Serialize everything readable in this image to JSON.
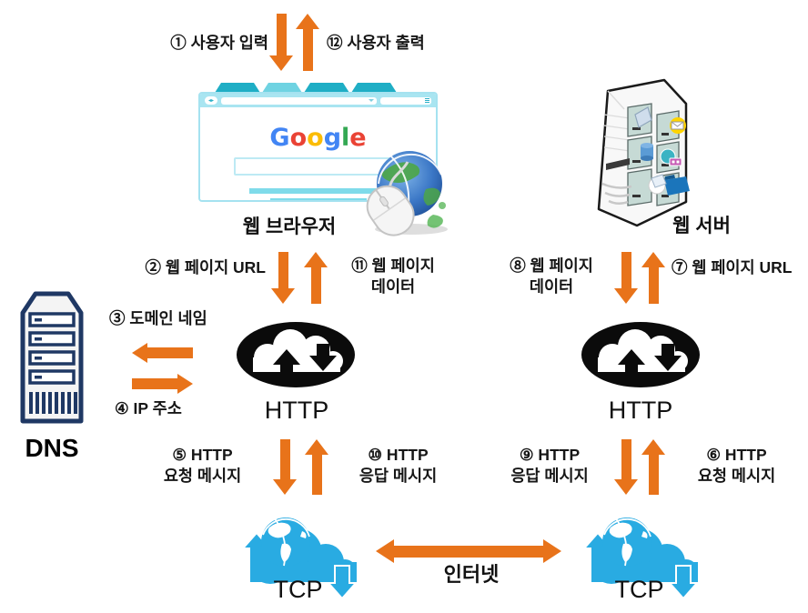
{
  "colors": {
    "arrow_orange": "#E8731A",
    "tcp_blue": "#29ABE2",
    "dns_navy": "#1F3864",
    "http_black": "#0B0B0B",
    "browser_teal_dark": "#1FAEC5",
    "browser_teal_light": "#6FD3E2"
  },
  "labels": {
    "user_input": "① 사용자 입력",
    "user_output": "⑫ 사용자 출력",
    "web_page_url_request": "② 웹 페이지 URL",
    "web_page_data_response": "⑪ 웹 페이지\n데이터",
    "domain_name": "③ 도메인 네임",
    "ip_address": "④ IP 주소",
    "http_request_left": "⑤ HTTP\n요청 메시지",
    "http_response_left": "⑩ HTTP\n응답 메시지",
    "server_web_page_data": "⑧ 웹 페이지\n데이터",
    "server_web_page_url": "⑦ 웹 페이지 URL",
    "http_response_right": "⑨ HTTP\n응답 메시지",
    "http_request_right": "⑥ HTTP\n요청 메시지",
    "internet": "인터넷"
  },
  "nodes": {
    "web_browser": "웹 브라우저",
    "web_server": "웹 서버",
    "dns": "DNS",
    "http_left": "HTTP",
    "http_right": "HTTP",
    "tcp_left": "TCP",
    "tcp_right": "TCP"
  },
  "browser_art": {
    "logo_letters": [
      "G",
      "o",
      "o",
      "g",
      "l",
      "e"
    ],
    "logo_colors": [
      "#4285F4",
      "#EA4335",
      "#FBBC05",
      "#4285F4",
      "#34A853",
      "#EA4335"
    ]
  }
}
